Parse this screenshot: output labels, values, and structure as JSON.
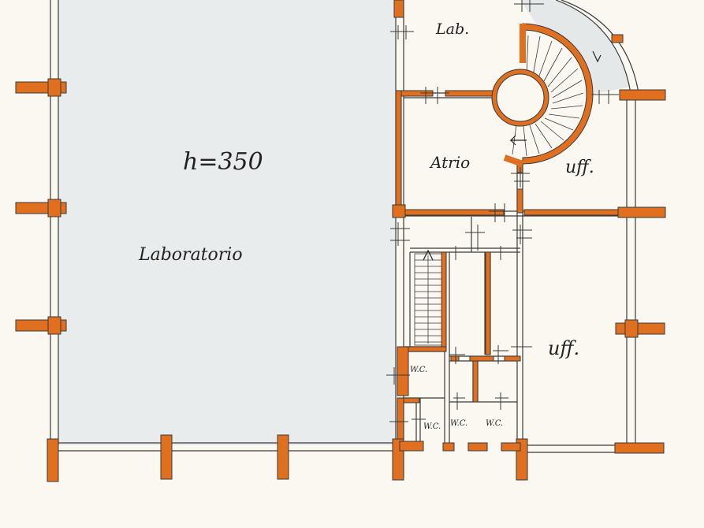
{
  "colors": {
    "background": "#fbf8f2",
    "floor_fill": "#e9ecec",
    "pillar": "#e0701f",
    "wall_line": "#3a3a3a",
    "text": "#222222"
  },
  "rooms": {
    "lab_main_height": "h=350",
    "lab_main": "Laboratorio",
    "lab_small": "Lab.",
    "atrium": "Atrio",
    "office_upper": "uff.",
    "office_lower": "uff.",
    "wc_1": "W.C.",
    "wc_2": "W.C.",
    "wc_3": "W.C.",
    "wc_4": "W.C."
  },
  "icons": {
    "stairs": "spiral-staircase-icon",
    "straight_stairs": "straight-staircase-icon",
    "doors": "door-cross-icon"
  }
}
